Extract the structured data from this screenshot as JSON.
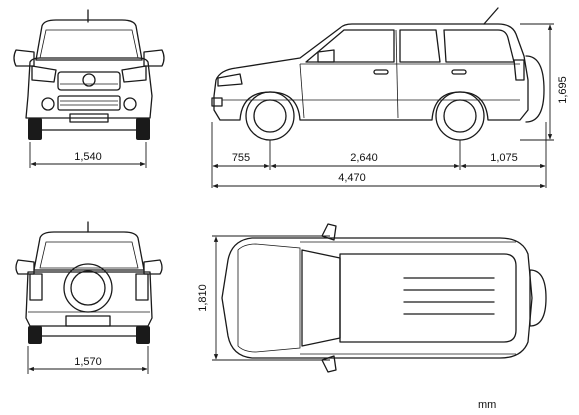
{
  "dimensions": {
    "front_track": "1,540",
    "front_overhang": "755",
    "wheelbase": "2,640",
    "rear_overhang": "1,075",
    "overall_length": "4,470",
    "overall_height": "1,695",
    "rear_track": "1,570",
    "overall_width": "1,810"
  },
  "unit": "mm"
}
